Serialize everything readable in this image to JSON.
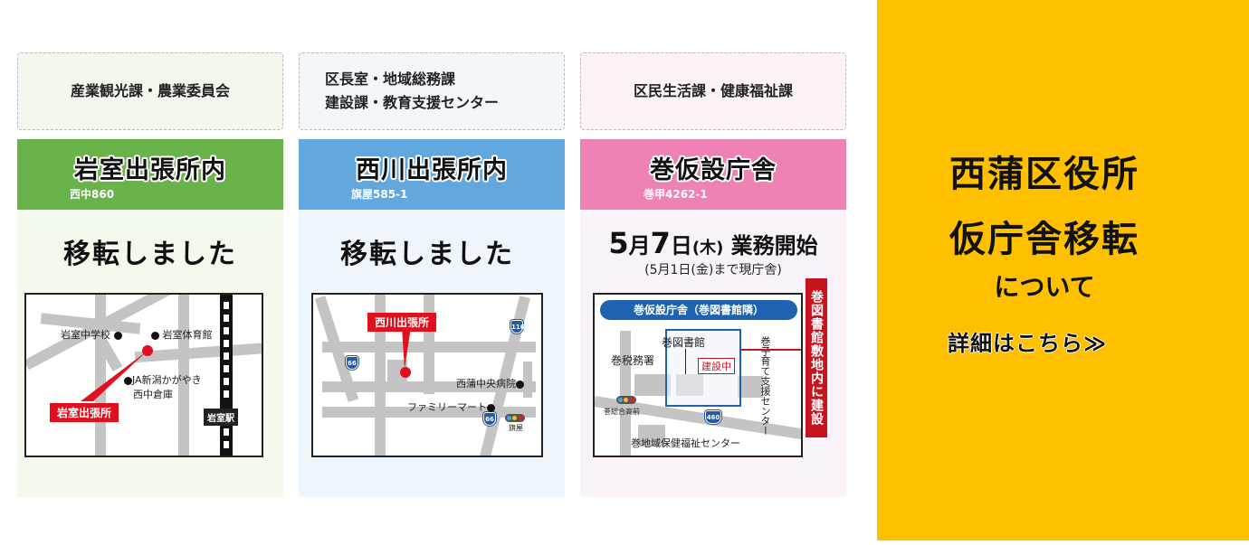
{
  "offices": [
    {
      "departments": [
        "産業観光課・農業委員会"
      ],
      "name": "岩室出張所内",
      "address": "西中860",
      "status": "移転しました",
      "header_color": "#6ab24a",
      "map": {
        "pin_label": "岩室出張所",
        "landmarks": [
          "岩室中学校",
          "岩室体育館",
          "JA新潟かがやき",
          "西中倉庫"
        ],
        "station": "岩室駅"
      }
    },
    {
      "departments": [
        "区長室・地域総務課",
        "建設課・教育支援センター"
      ],
      "name": "西川出張所内",
      "address": "旗屋585-1",
      "status": "移転しました",
      "header_color": "#62a8de",
      "map": {
        "pin_label": "西川出張所",
        "landmarks": [
          "西蒲中央病院",
          "ファミリーマート"
        ],
        "intersection": "旗屋",
        "routes": [
          "116",
          "66",
          "66"
        ]
      }
    },
    {
      "departments": [
        "区民生活課・健康福祉課"
      ],
      "name": "巻仮設庁舎",
      "address": "巻甲4262-1",
      "header_color": "#ee82b4",
      "opening": {
        "month": "5",
        "month_unit": "月",
        "day": "7",
        "day_unit": "日",
        "weekday": "(木)",
        "label": "業務開始",
        "note": "(5月1日(金)まで現庁舎)"
      },
      "map": {
        "title": "巻仮設庁舎（巻図書館隣）",
        "library": "巻図書館",
        "construction": "建設中",
        "landmarks": [
          "巻税務署",
          "巻子育て支援センター",
          "巻地域保健福祉センター"
        ],
        "intersection": "巻総合高前",
        "route": "460",
        "side_note": "巻図書館敷地内に建設"
      }
    }
  ],
  "promo": {
    "title_line1": "西蒲区役所",
    "title_line2": "仮庁舎移転",
    "title_line3": "について",
    "link_label": "詳細はこちら≫",
    "bg_color": "#ffc000"
  }
}
